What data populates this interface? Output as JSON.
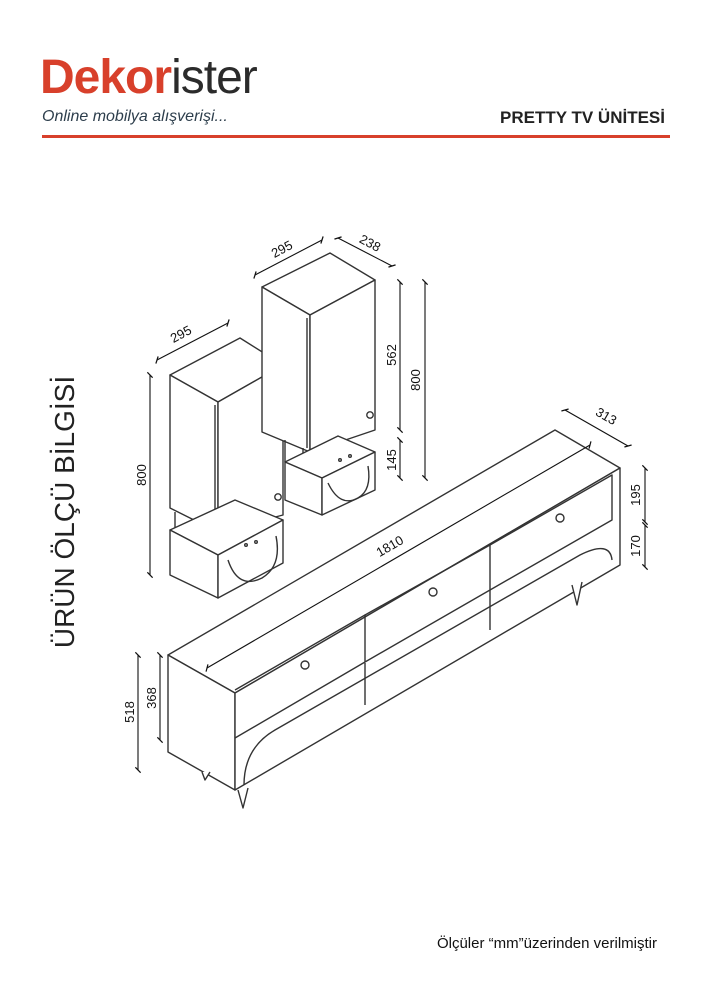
{
  "header": {
    "brand_primary": "Dekor",
    "brand_secondary": "ister",
    "tagline": "Online mobilya alışverişi...",
    "product_title": "PRETTY TV ÜNİTESİ",
    "accent_color": "#d8402b"
  },
  "side_title": "ÜRÜN ÖLÇÜ BİLGİSİ",
  "dimensions": {
    "cabinet_left_width": "295",
    "cabinet_left_height": "800",
    "cabinet_right_width": "295",
    "cabinet_right_depth": "238",
    "cabinet_right_body_height": "562",
    "cabinet_right_total_height": "800",
    "cabinet_right_base_height": "145",
    "tv_unit_length": "1810",
    "tv_unit_depth": "313",
    "tv_unit_drawer_height": "195",
    "tv_unit_shelf_height": "170",
    "tv_unit_total_height": "518",
    "tv_unit_body_height": "368"
  },
  "footer_note": "Ölçüler “mm”üzerinden verilmiştir"
}
